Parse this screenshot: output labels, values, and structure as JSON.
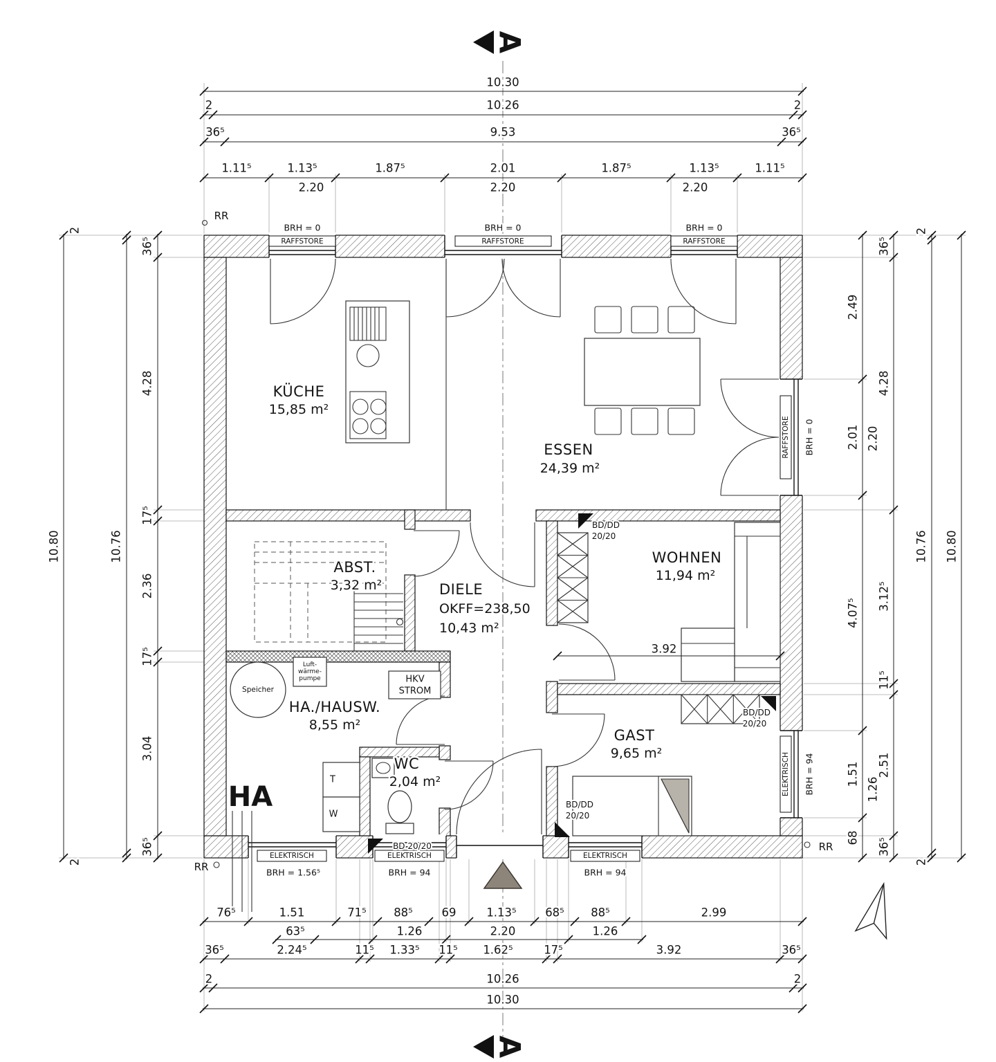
{
  "section": {
    "marker": "A"
  },
  "rooms": {
    "kueche": {
      "name": "KÜCHE",
      "area": "15,85 m²"
    },
    "essen": {
      "name": "ESSEN",
      "area": "24,39 m²"
    },
    "wohnen": {
      "name": "WOHNEN",
      "area": "11,94 m²"
    },
    "abst": {
      "name": "ABST.",
      "area": "3,32 m²"
    },
    "diele": {
      "name": "DIELE",
      "okff": "OKFF=238,50",
      "area": "10,43 m²"
    },
    "hausw": {
      "name": "HA./HAUSW.",
      "area": "8,55 m²"
    },
    "wc": {
      "name": "WC",
      "area": "2,04 m²"
    },
    "gast": {
      "name": "GAST",
      "area": "9,65 m²"
    }
  },
  "windows": {
    "raffstore": "RAFFSTORE",
    "elektrisch": "ELEKTRISCH",
    "brh0": "BRH = 0",
    "brh94": "BRH = 94",
    "brh156": "BRH = 1.56⁵"
  },
  "equipment": {
    "speicher": "Speicher",
    "pump": [
      "Luft-",
      "wärme-",
      "pumpe"
    ],
    "hkv": "HKV",
    "strom": "STROM",
    "t": "T",
    "w": "W"
  },
  "markers": {
    "rr": "RR",
    "bddd": "BD/DD",
    "s2020": "20/20",
    "bd2020": "BD 20/20",
    "ha": "HA"
  },
  "dims": {
    "top": {
      "total": "10.30",
      "row2": [
        "2",
        "10.26",
        "2"
      ],
      "row3": [
        "36⁵",
        "9.53",
        "36⁵"
      ],
      "row4": [
        "1.11⁵",
        "1.13⁵",
        "1.87⁵",
        "2.01",
        "1.87⁵",
        "1.13⁵",
        "1.11⁵"
      ],
      "row4b": [
        "2.20",
        "2.20",
        "2.20"
      ]
    },
    "bottom": {
      "row1": [
        "76⁵",
        "1.51",
        "71⁵",
        "88⁵",
        "69",
        "1.13⁵",
        "68⁵",
        "88⁵",
        "2.99"
      ],
      "row2": [
        "63⁵",
        "1.26",
        "2.20",
        "1.26"
      ],
      "row3": [
        "36⁵",
        "2.24⁵",
        "11⁵",
        "1.33⁵",
        "11⁵",
        "1.62⁵",
        "17⁵",
        "3.92",
        "36⁵"
      ],
      "row4": [
        "2",
        "10.26",
        "2"
      ],
      "total": "10.30"
    },
    "left": {
      "total": "10.80",
      "inner": "10.76",
      "end2": [
        "2",
        "2"
      ],
      "chain": [
        "36⁵",
        "4.28",
        "17⁵",
        "2.36",
        "17⁵",
        "3.04",
        "36⁵"
      ]
    },
    "right": {
      "total": "10.80",
      "inner": "10.76",
      "end2": [
        "2",
        "2"
      ],
      "colA": [
        "2.49",
        "2.01",
        "4.07⁵",
        "1.51",
        "68"
      ],
      "colA2": [
        "2.20",
        "1.26"
      ],
      "colB": [
        "36⁵",
        "4.28",
        "3.12⁵",
        "11⁵",
        "2.51",
        "36⁵"
      ]
    },
    "interior": {
      "wohnen_width": "3.92"
    }
  }
}
